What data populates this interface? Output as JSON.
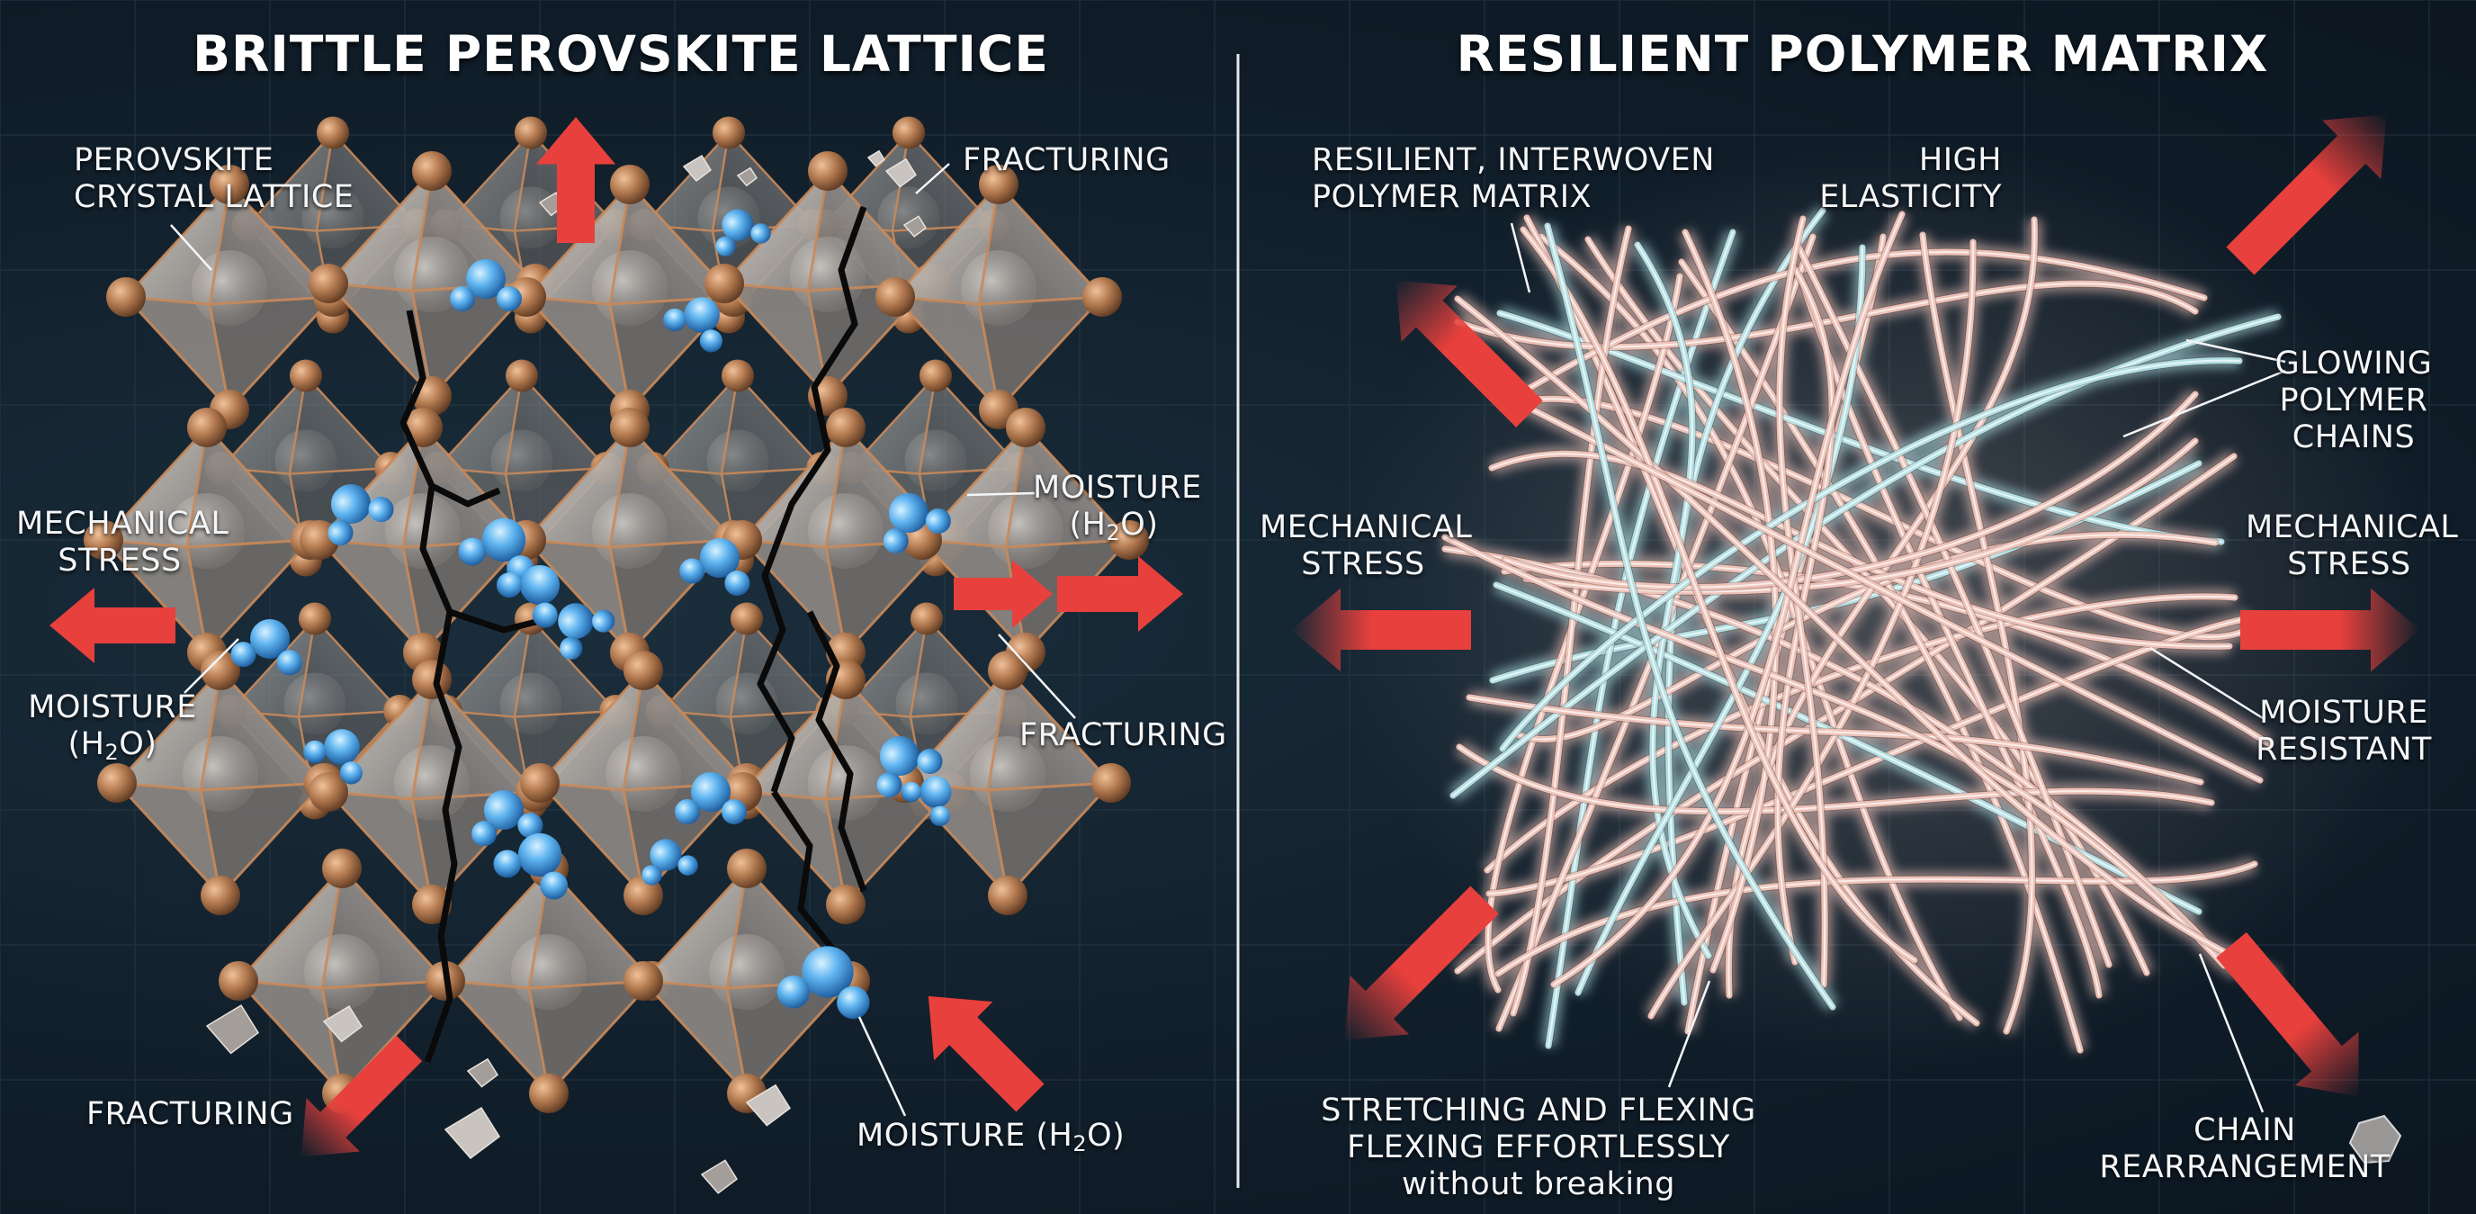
{
  "left_panel": {
    "title": "BRITTLE PEROVSKITE LATTICE",
    "labels": {
      "perovskite_lattice": [
        "PEROVSKITE",
        "CRYSTAL LATTICE"
      ],
      "fracturing_top": "FRACTURING",
      "moisture_right": [
        "MOISTURE",
        "(H",
        "2",
        "O)"
      ],
      "mechanical_stress": [
        "MECHANICAL",
        "STRESS"
      ],
      "moisture_left": [
        "MOISTURE",
        "(H",
        "2",
        "O)"
      ],
      "fracturing_right": "FRACTURING",
      "fracturing_bottom": "FRACTURING",
      "moisture_bottom": [
        "MOISTURE (H",
        "2",
        "O)"
      ]
    }
  },
  "right_panel": {
    "title": "RESILIENT POLYMER MATRIX",
    "labels": {
      "interwoven_matrix": [
        "RESILIENT, INTERWOVEN",
        "POLYMER MATRIX"
      ],
      "high_elasticity": [
        "HIGH",
        "ELASTICITY"
      ],
      "glowing_chains": [
        "GLOWING",
        "POLYMER",
        "CHAINS"
      ],
      "mechanical_stress_left": [
        "MECHANICAL",
        "STRESS"
      ],
      "mechanical_stress_right": [
        "MECHANICAL",
        "STRESS"
      ],
      "moisture_resistant": [
        "MOISTURE",
        "RESISTANT"
      ],
      "stretching": [
        "STRETCHING AND FLEXING",
        "FLEXING EFFORTLESSLY",
        "without breaking"
      ],
      "chain_rearrangement": [
        "CHAIN",
        "REARRANGEMENT"
      ]
    }
  },
  "colors": {
    "background": "#111f2b",
    "arrow": "#e8403c",
    "octahedron_face": "#b9b3ad",
    "octahedron_edge": "#c98a5a",
    "node": "#b47a4f",
    "water": "#5fb4f0",
    "crack": "#0a0a0a",
    "polymer_pink": "#f2c7bd",
    "polymer_cyan": "#b6e6ea",
    "divider": "#e8e8e8"
  }
}
